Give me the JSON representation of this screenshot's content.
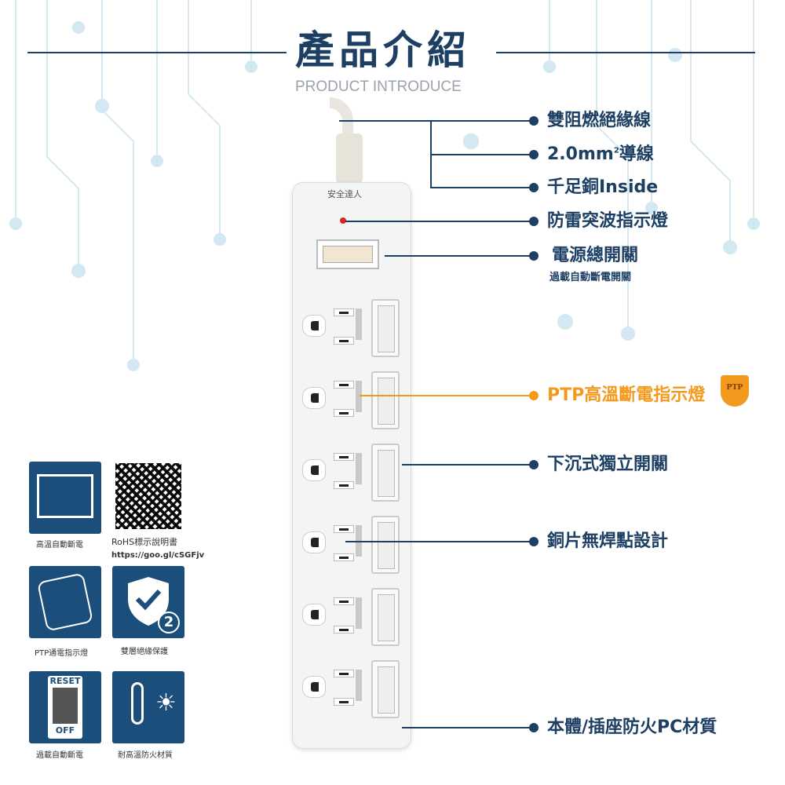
{
  "header": {
    "title": "產品介紹",
    "subtitle": "PRODUCT INTRODUCE"
  },
  "product": {
    "brand": "安全達人"
  },
  "callouts": [
    {
      "label": "雙阻燃絕緣線"
    },
    {
      "label": "2.0mm",
      "sup": "2",
      "suffix": "導線"
    },
    {
      "label": "千足銅Inside"
    },
    {
      "label": "防雷突波指示燈"
    },
    {
      "label": "電源總開關",
      "sub": "過載自動斷電開關"
    },
    {
      "label": "PTP高溫斷電指示燈",
      "badge": "PTP"
    },
    {
      "label": "下沉式獨立開關"
    },
    {
      "label": "銅片無焊點設計"
    },
    {
      "label": "本體/插座防火PC材質"
    }
  ],
  "features": [
    {
      "caption": "高溫自動斷電",
      "icon": "thermal-cutoff-icon"
    },
    {
      "caption": "RoHS標示說明書",
      "url": "https://goo.gl/cSGFjv",
      "icon": "qr-code"
    },
    {
      "caption": "PTP通電指示燈",
      "icon": "ptp-indicator-icon"
    },
    {
      "caption": "雙層絕緣保護",
      "icon": "shield-check-icon",
      "badge": "2"
    },
    {
      "caption": "過載自動斷電",
      "icon": "reset-switch-icon",
      "top": "RESET",
      "bottom": "OFF"
    },
    {
      "caption": "耐高溫防火材質",
      "icon": "thermometer-icon"
    }
  ],
  "colors": {
    "navy": "#1d3f63",
    "accent": "#f39a1e",
    "icon_bg": "#1b4e7a"
  }
}
